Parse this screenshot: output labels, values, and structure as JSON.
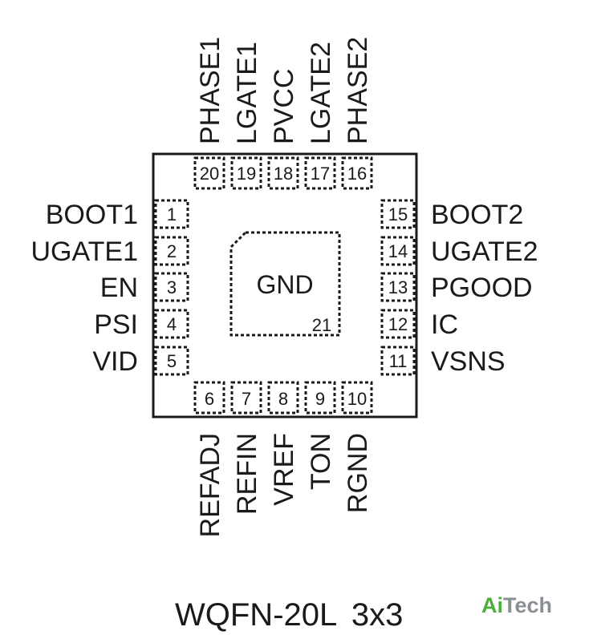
{
  "package": {
    "caption": "WQFN-20L 3x3",
    "thermal_pad": {
      "label": "GND",
      "number": "21"
    }
  },
  "pins": {
    "left": [
      {
        "number": "1",
        "name": "BOOT1"
      },
      {
        "number": "2",
        "name": "UGATE1"
      },
      {
        "number": "3",
        "name": "EN"
      },
      {
        "number": "4",
        "name": "PSI"
      },
      {
        "number": "5",
        "name": "VID"
      }
    ],
    "bottom": [
      {
        "number": "6",
        "name": "REFADJ"
      },
      {
        "number": "7",
        "name": "REFIN"
      },
      {
        "number": "8",
        "name": "VREF"
      },
      {
        "number": "9",
        "name": "TON"
      },
      {
        "number": "10",
        "name": "RGND"
      }
    ],
    "right": [
      {
        "number": "15",
        "name": "BOOT2"
      },
      {
        "number": "14",
        "name": "UGATE2"
      },
      {
        "number": "13",
        "name": "PGOOD"
      },
      {
        "number": "12",
        "name": "IC"
      },
      {
        "number": "11",
        "name": "VSNS"
      }
    ],
    "top": [
      {
        "number": "20",
        "name": "PHASE1"
      },
      {
        "number": "19",
        "name": "LGATE1"
      },
      {
        "number": "18",
        "name": "PVCC"
      },
      {
        "number": "17",
        "name": "LGATE2"
      },
      {
        "number": "16",
        "name": "PHASE2"
      }
    ]
  },
  "watermark": {
    "part1": "Ai",
    "part2": "Tech",
    "part1_color": "#4caf3a",
    "part2_color": "#8a8f95"
  }
}
